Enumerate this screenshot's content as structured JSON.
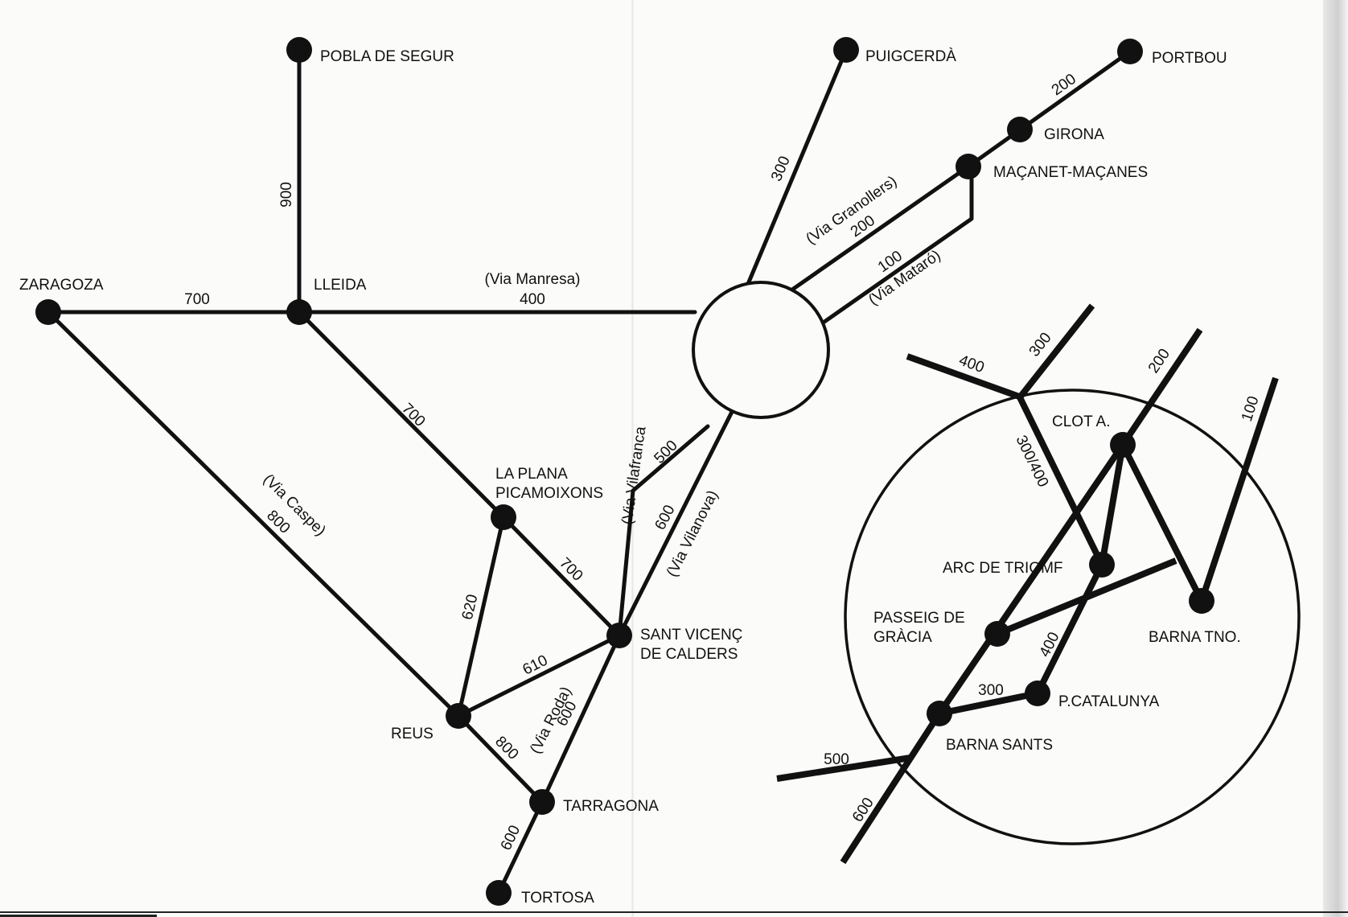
{
  "stations": {
    "pobla_de_segur": "POBLA DE SEGUR",
    "puigcerda": "PUIGCERDÀ",
    "portbou": "PORTBOU",
    "girona": "GIRONA",
    "macanet": "MAÇANET-MAÇANES",
    "zaragoza": "ZARAGOZA",
    "lleida": "LLEIDA",
    "la_plana_1": "LA PLANA",
    "la_plana_2": "PICAMOIXONS",
    "sant_vicenc_1": "SANT VICENÇ",
    "sant_vicenc_2": "DE CALDERS",
    "reus": "REUS",
    "tarragona": "TARRAGONA",
    "tortosa": "TORTOSA",
    "clot": "CLOT A.",
    "arc_de_triomf": "ARC DE TRIOMF",
    "passeig_1": "PASSEIG DE",
    "passeig_2": "GRÀCIA",
    "barna_tno": "BARNA TNO.",
    "p_catalunya": "P.CATALUNYA",
    "barna_sants": "BARNA SANTS"
  },
  "routes": {
    "pobla_lleida": "900",
    "zaragoza_lleida": "700",
    "manresa_via": "(Via Manresa)",
    "manresa_num": "400",
    "lleida_plana": "700",
    "caspe_via": "(Via Caspe)",
    "caspe_num": "800",
    "puigcerda": "300",
    "granollers_via": "(Via Granollers)",
    "granollers_num": "200",
    "mataro_num": "100",
    "mataro_via": "(Via Mataró)",
    "girona_portbou": "200",
    "vilafranca_via": "(Via Vilafranca",
    "vilafranca_num": "500",
    "vilanova_num": "600",
    "vilanova_via": "(Via Vilanova)",
    "plana_reus": "620",
    "plana_sant_vicenc": "700",
    "reus_sant_vicenc": "610",
    "roda_via": "(Via Roda)",
    "roda_num": "600",
    "reus_tarragona": "800",
    "tarragona_tortosa": "600"
  },
  "inset_routes": {
    "r400": "400",
    "r300": "300",
    "r200": "200",
    "r100": "100",
    "r300_400": "300/400",
    "r400b": "400",
    "r300b": "300",
    "r500": "500",
    "r600": "600"
  }
}
